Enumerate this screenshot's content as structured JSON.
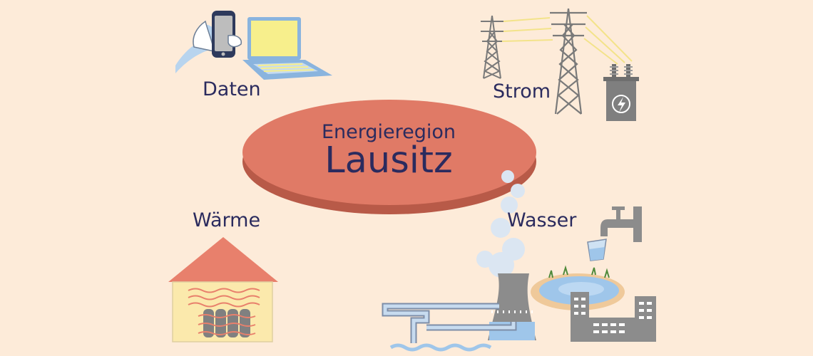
{
  "center": {
    "subtitle": "Energieregion",
    "title": "Lausitz"
  },
  "labels": {
    "data": "Daten",
    "power": "Strom",
    "heat": "Wärme",
    "water": "Wasser"
  },
  "colors": {
    "background": "#fdebd9",
    "ellipse": "#e07a66",
    "ellipse_shadow": "#b85a48",
    "text": "#2b2b5e",
    "grey": "#8c8c8c",
    "water": "#9fc6ea",
    "roof": "#e8806c",
    "wall": "#fbe9ac",
    "wire": "#f3e38a"
  },
  "icons": {
    "data": [
      "phone-icon",
      "laptop-icon"
    ],
    "power": [
      "power-pylon-icon",
      "transformer-icon"
    ],
    "heat": [
      "house-icon",
      "radiator-icon"
    ],
    "water": [
      "cooling-tower-icon",
      "faucet-icon",
      "glass-icon",
      "pond-icon",
      "factory-icon",
      "pipe-icon"
    ]
  }
}
